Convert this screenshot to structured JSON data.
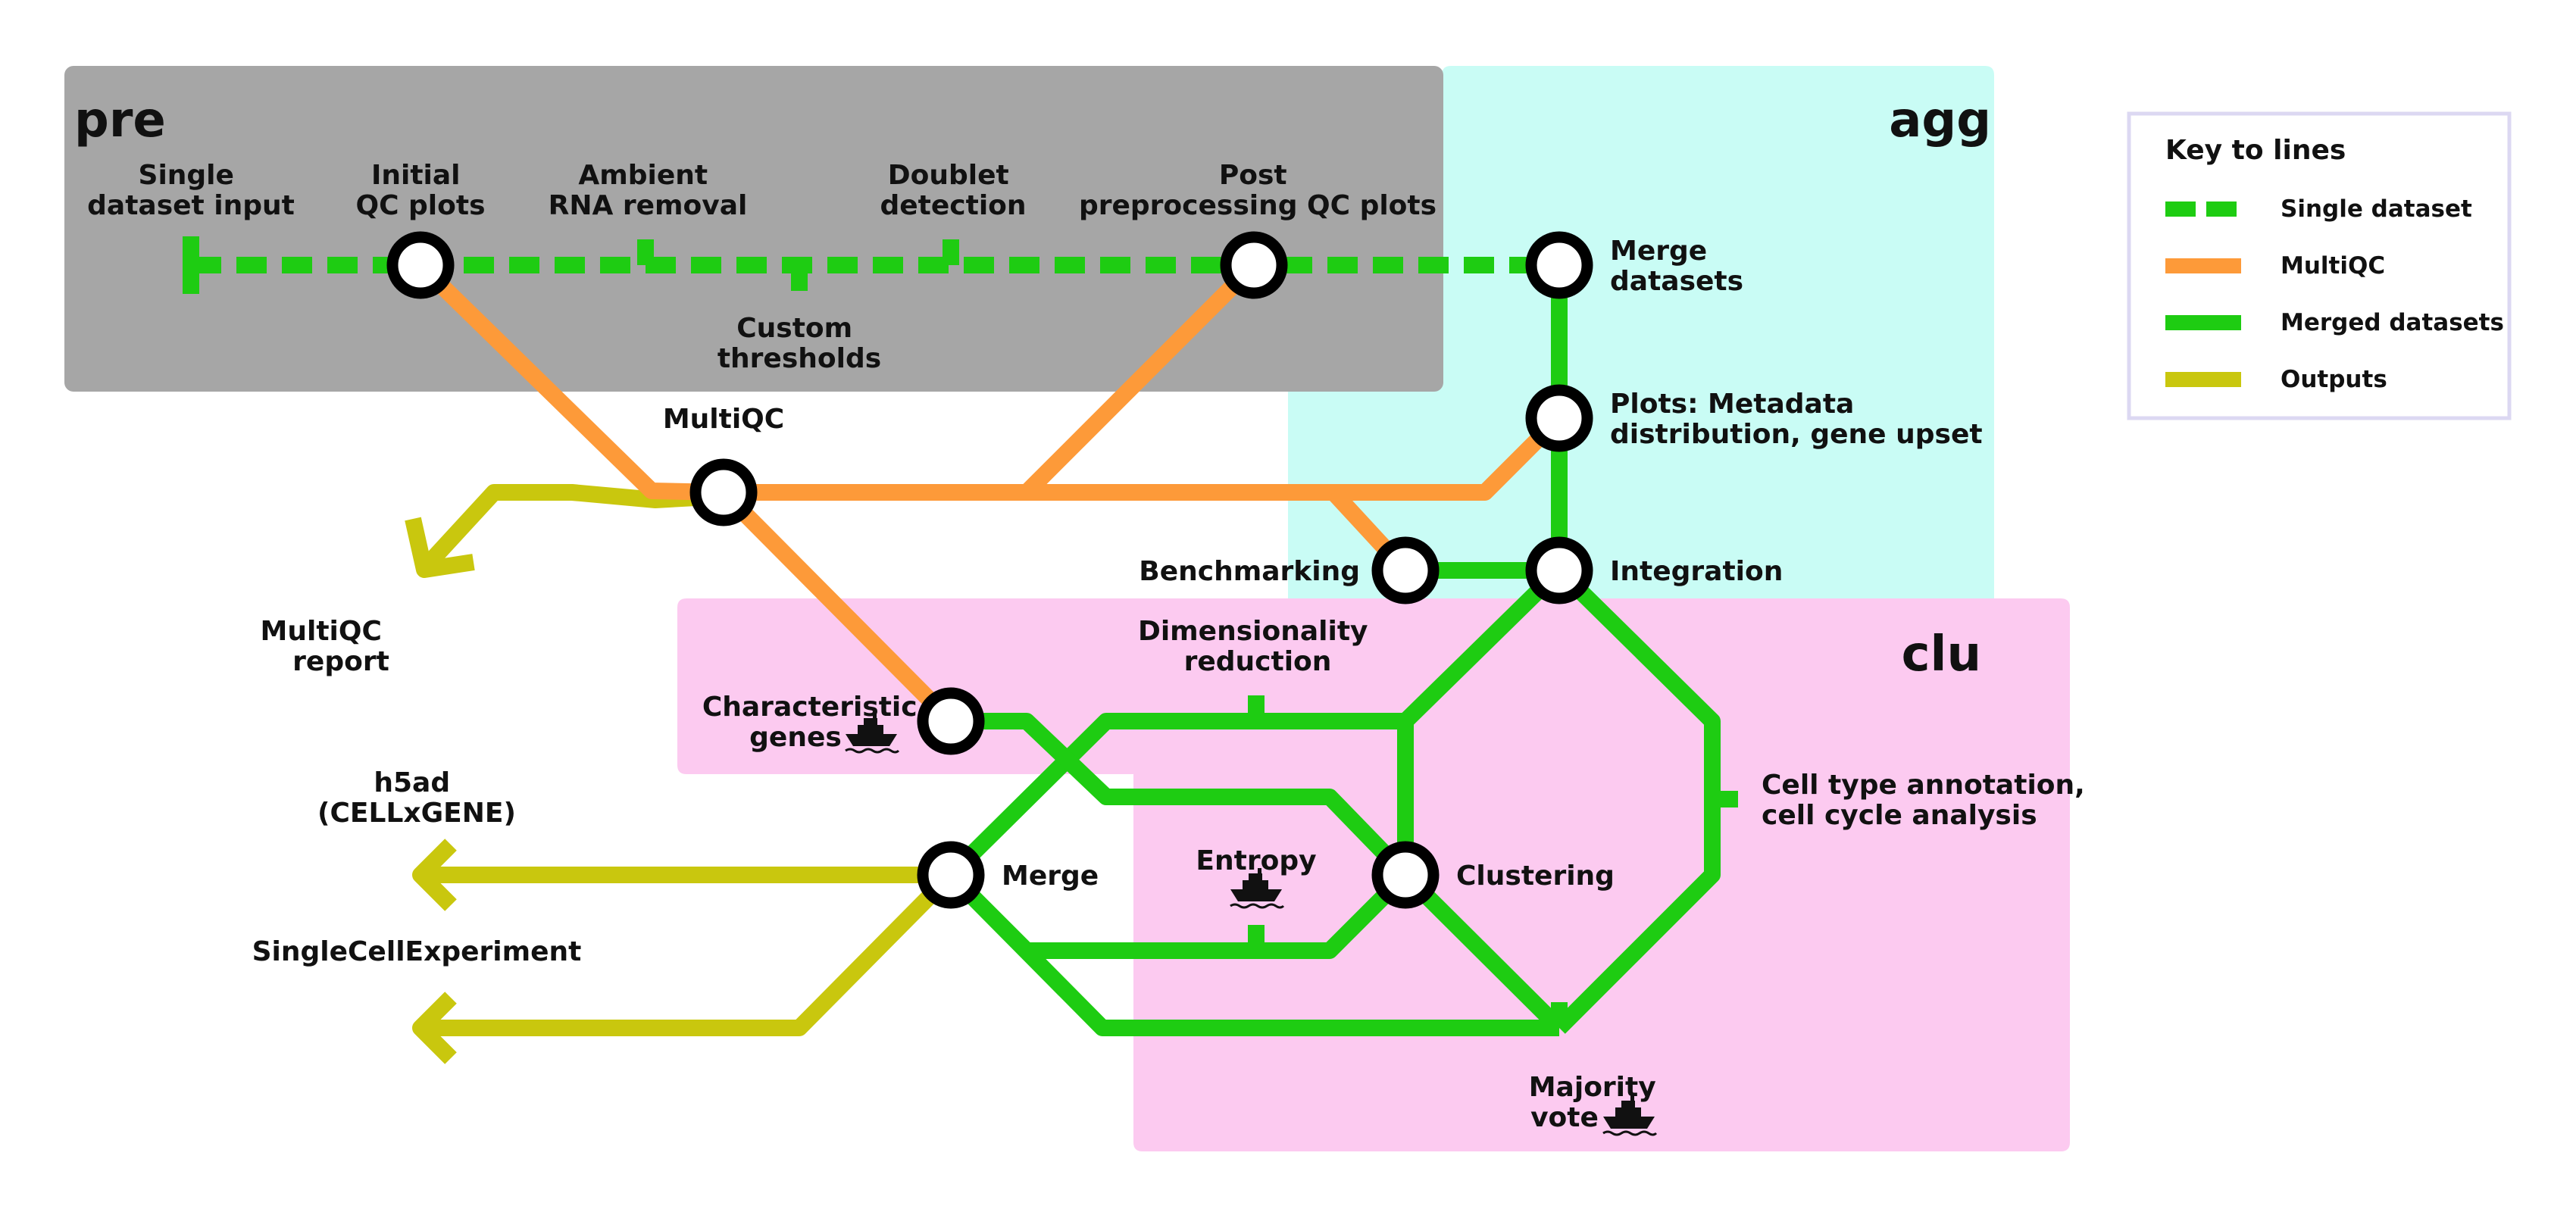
{
  "regions": {
    "pre": {
      "label": "pre",
      "fill": "#a6a6a6",
      "label_color": "#ffffff"
    },
    "agg": {
      "label": "agg",
      "fill": "#c9fcf5",
      "label_color": "#3fdcd0"
    },
    "clu": {
      "label": "clu",
      "fill": "#fccaf0",
      "label_color": "#e056c0"
    }
  },
  "colors": {
    "single_dataset": "#1ecc12",
    "multiqc": "#fd9a39",
    "merged": "#1ecc12",
    "outputs": "#c9c70e",
    "station_fill": "#ffffff",
    "station_stroke": "#000000"
  },
  "stations": {
    "single_input": [
      "Single",
      "dataset input"
    ],
    "initial_qc": [
      "Initial",
      "QC plots"
    ],
    "ambient": [
      "Ambient",
      "RNA removal"
    ],
    "doublet": [
      "Doublet",
      "detection"
    ],
    "post_qc": [
      "Post",
      "preprocessing QC plots"
    ],
    "custom": [
      "Custom",
      "thresholds"
    ],
    "merge_datasets": [
      "Merge",
      "datasets"
    ],
    "plots_meta": [
      "Plots: Metadata",
      "distribution, gene upset"
    ],
    "multiqc": "MultiQC",
    "benchmarking": "Benchmarking",
    "integration": "Integration",
    "dim_red": [
      "Dimensionality",
      "reduction"
    ],
    "char_genes": [
      "Characteristic",
      "genes"
    ],
    "cell_type": [
      "Cell type annotation,",
      "cell cycle analysis"
    ],
    "entropy": "Entropy",
    "clustering": "Clustering",
    "merge": "Merge",
    "majority": [
      "Majority",
      "vote"
    ]
  },
  "outputs": {
    "multiqc_report": [
      "MultiQC",
      "report"
    ],
    "h5ad": [
      "h5ad",
      "(CELLxGENE)"
    ],
    "sce": "SingleCellExperiment"
  },
  "key": {
    "title": "Key to lines",
    "items": [
      {
        "label": "Single dataset",
        "style": "dashed",
        "color": "#1ecc12"
      },
      {
        "label": "MultiQC",
        "style": "solid",
        "color": "#fd9a39"
      },
      {
        "label": "Merged datasets",
        "style": "solid",
        "color": "#1ecc12"
      },
      {
        "label": "Outputs",
        "style": "solid",
        "color": "#c9c70e"
      }
    ]
  }
}
